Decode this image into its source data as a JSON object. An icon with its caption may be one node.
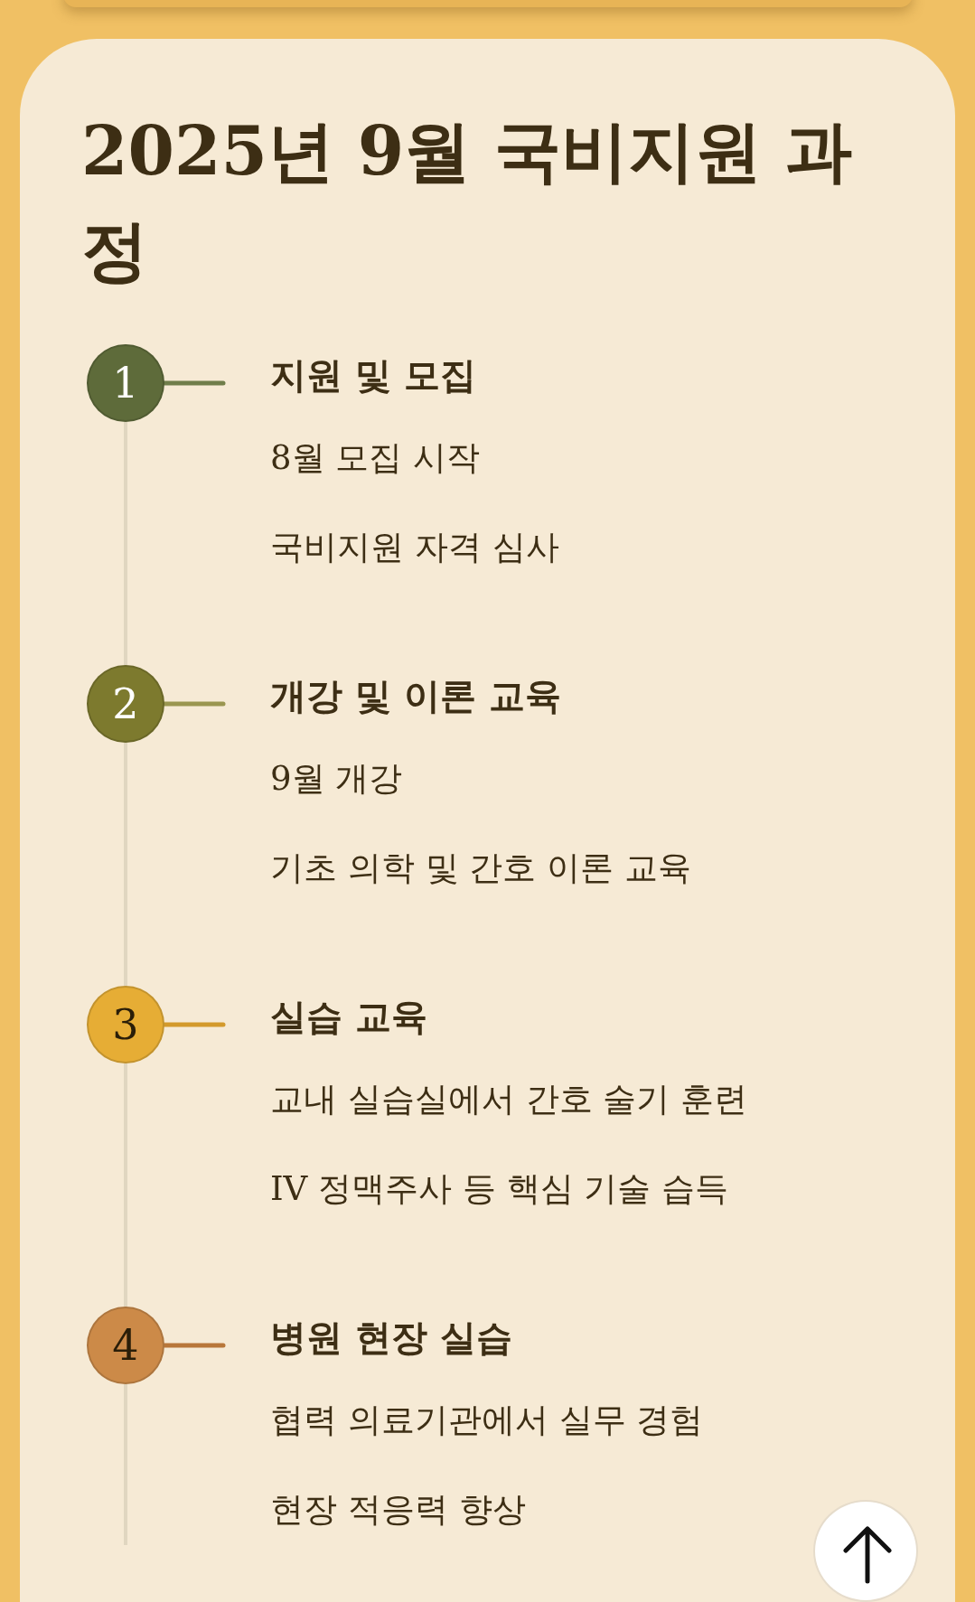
{
  "diagram": {
    "title": "2025년 9월 국비지원 과정",
    "nodes": [
      {
        "text": [
          "1"
        ],
        "beside": [
          "지원 및 모집",
          "8월 모집 시작",
          "국비지원 자격 심사"
        ]
      },
      {
        "text": [
          "2"
        ],
        "beside": [
          "개강 및 이론 교육",
          "9월 개강",
          "기초 의학 및 간호 이론 교육"
        ]
      },
      {
        "text": [
          "3"
        ],
        "beside": [
          "실습 교육",
          "교내 실습실에서 간호 술기 훈련",
          "IV 정맥주사 등 핵심 기술 습득"
        ]
      },
      {
        "text": [
          "4"
        ],
        "beside": [
          "병원 현장 실습",
          "협력 의료기관에서 실무 경험",
          "현장 적응력 향상"
        ]
      }
    ],
    "edges": [
      {
        "from": 0,
        "to": 1,
        "arrow": "none"
      },
      {
        "from": 1,
        "to": 2,
        "arrow": "none"
      },
      {
        "from": 2,
        "to": 3,
        "arrow": "none"
      }
    ]
  }
}
